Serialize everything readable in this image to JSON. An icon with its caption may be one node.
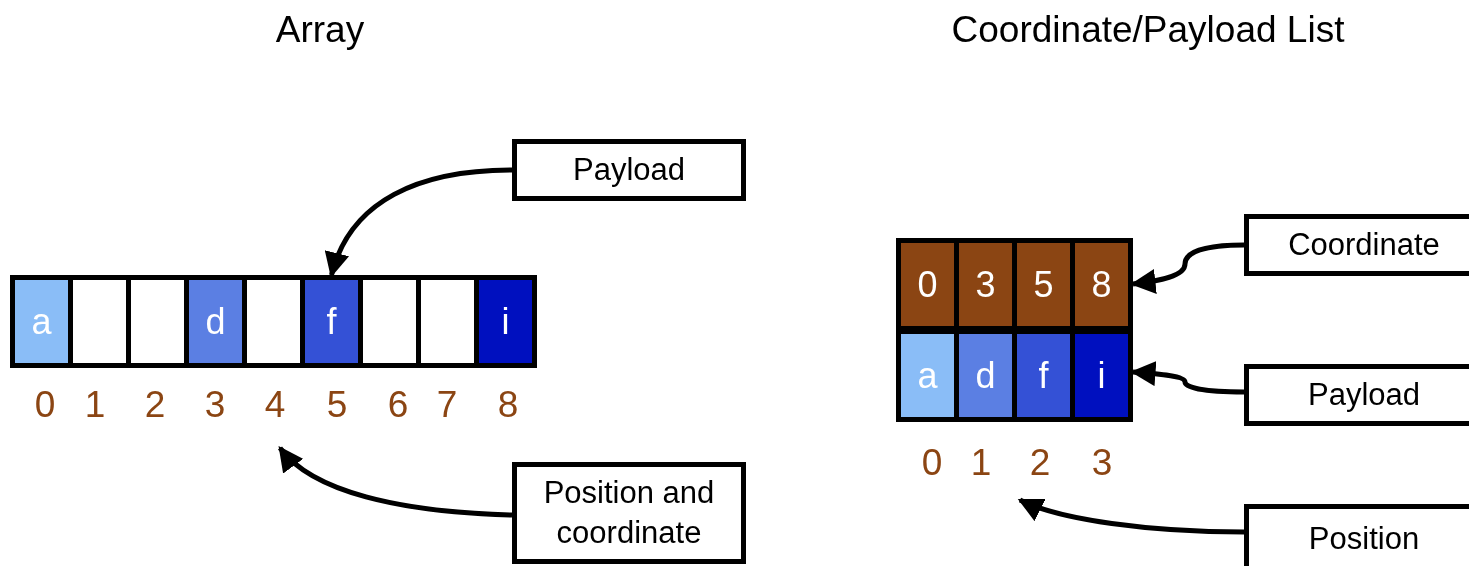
{
  "diagram": {
    "nodes": [
      {
        "text": [
          "Payload"
        ]
      },
      {
        "text": [
          "a"
        ]
      },
      {
        "text": [],
        "shape": "box"
      },
      {
        "text": [],
        "shape": "box"
      },
      {
        "text": [
          "d"
        ]
      },
      {
        "text": [],
        "shape": "box"
      },
      {
        "text": [
          "f"
        ]
      },
      {
        "text": [],
        "shape": "box"
      },
      {
        "text": [],
        "shape": "box"
      },
      {
        "text": [
          "i"
        ]
      },
      {
        "text": [
          "Position and coordinate"
        ]
      },
      {
        "text": [
          "Coordinate"
        ]
      },
      {
        "text": [
          "0"
        ]
      },
      {
        "text": [
          "3"
        ]
      },
      {
        "text": [
          "5"
        ]
      },
      {
        "text": [
          "8"
        ]
      },
      {
        "text": [
          "a"
        ]
      },
      {
        "text": [
          "d"
        ]
      },
      {
        "text": [
          "f"
        ]
      },
      {
        "text": [
          "i"
        ]
      },
      {
        "text": [
          "Payload"
        ]
      },
      {
        "text": [
          "Position"
        ]
      }
    ],
    "edges": [
      {
        "from": 0,
        "to": 6,
        "arrow": "to"
      },
      {
        "from": 10,
        "to": null,
        "arrow": "to"
      },
      {
        "from": 11,
        "to": 15,
        "arrow": "to"
      },
      {
        "from": 20,
        "to": 19,
        "arrow": "to"
      },
      {
        "from": 21,
        "to": null,
        "arrow": "to"
      }
    ],
    "labels": [
      "Array",
      "Coordinate/Payload List",
      "0",
      "1",
      "2",
      "3",
      "4",
      "5",
      "6",
      "7",
      "8",
      "0",
      "1",
      "2",
      "3"
    ]
  }
}
